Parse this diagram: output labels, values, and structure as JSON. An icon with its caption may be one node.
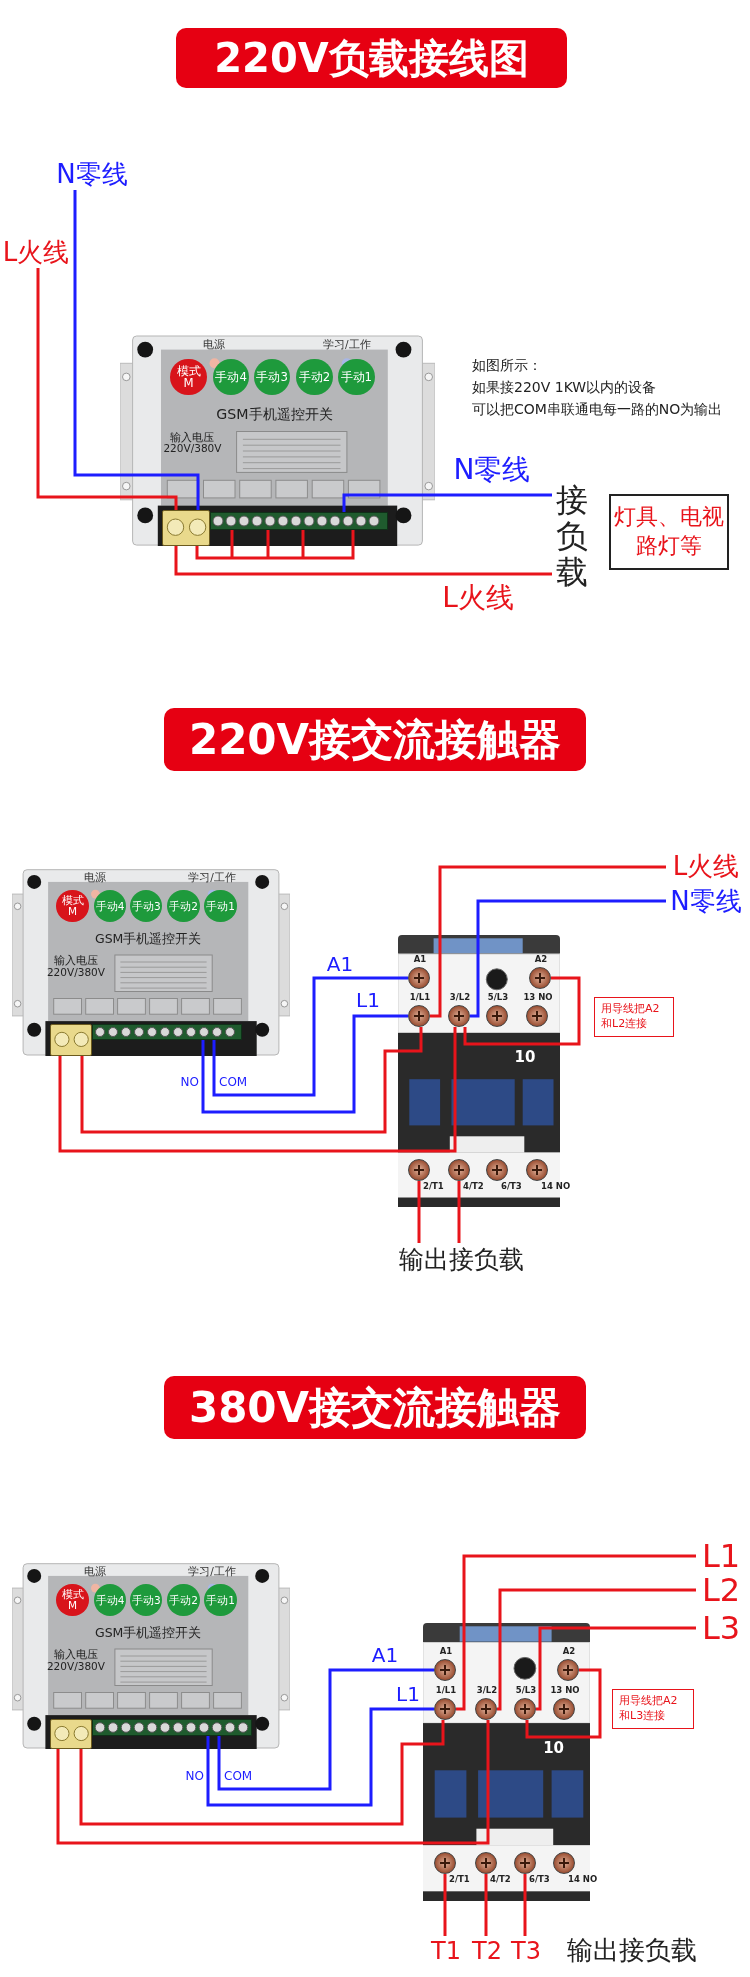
{
  "diagram": {
    "nodes": [
      {
        "text": [
          "220V负载接线图"
        ]
      },
      {
        "text": [
          "N零线"
        ]
      },
      {
        "text": [
          "L火线"
        ]
      },
      {
        "text": [
          "电源",
          "学习/工作",
          "GSM手机遥控开关",
          "输入电压 220V/380V"
        ]
      },
      {
        "text": [
          "模式 M"
        ],
        "in": 3
      },
      {
        "text": [
          "手动4"
        ],
        "in": 3
      },
      {
        "text": [
          "手动3"
        ],
        "in": 3
      },
      {
        "text": [
          "手动2"
        ],
        "in": 3
      },
      {
        "text": [
          "手动1"
        ],
        "in": 3
      },
      {
        "text": [],
        "shape": "box",
        "in": 3
      },
      {
        "text": [],
        "shape": "bar",
        "in": 3
      },
      {
        "text": [
          "接负载"
        ]
      },
      {
        "text": [
          "灯具、电视路灯等"
        ]
      },
      {
        "text": [
          "220V接交流接触器"
        ]
      },
      {
        "text": [
          "电源",
          "学习/工作",
          "GSM手机遥控开关",
          "输入电压 220V/380V"
        ]
      },
      {
        "text": [
          "模式 M"
        ],
        "in": 14
      },
      {
        "text": [
          "手动4"
        ],
        "in": 14
      },
      {
        "text": [
          "手动3"
        ],
        "in": 14
      },
      {
        "text": [
          "手动2"
        ],
        "in": 14
      },
      {
        "text": [
          "手动1"
        ],
        "in": 14
      },
      {
        "text": [],
        "shape": "box",
        "in": 14
      },
      {
        "text": [],
        "shape": "bar",
        "in": 14
      },
      {
        "text": [
          "L火线"
        ]
      },
      {
        "text": [
          "N零线"
        ]
      },
      {
        "text": [
          "10"
        ]
      },
      {
        "text": [],
        "shape": "circle",
        "in": 24,
        "beside": [
          "A1"
        ]
      },
      {
        "text": [],
        "shape": "circle",
        "in": 24,
        "beside": [
          "A2"
        ]
      },
      {
        "text": [],
        "shape": "circle",
        "in": 24,
        "beside": [
          "1/L1"
        ]
      },
      {
        "text": [],
        "shape": "circle",
        "in": 24,
        "beside": [
          "3/L2"
        ]
      },
      {
        "text": [],
        "shape": "circle",
        "in": 24,
        "beside": [
          "5/L3"
        ]
      },
      {
        "text": [],
        "shape": "circle",
        "in": 24,
        "beside": [
          "13 NO"
        ]
      },
      {
        "text": [],
        "shape": "circle",
        "in": 24,
        "beside": [
          "2/T1"
        ]
      },
      {
        "text": [],
        "shape": "circle",
        "in": 24,
        "beside": [
          "4/T2"
        ]
      },
      {
        "text": [],
        "shape": "circle",
        "in": 24,
        "beside": [
          "6/T3"
        ]
      },
      {
        "text": [],
        "shape": "circle",
        "in": 24,
        "beside": [
          "14 NO"
        ]
      },
      {
        "text": [
          "用导线把A2和L2连接"
        ]
      },
      {
        "text": [
          "输出接负载"
        ]
      },
      {
        "text": [
          "380V接交流接触器"
        ]
      },
      {
        "text": [
          "电源",
          "学习/工作",
          "GSM手机遥控开关",
          "输入电压 220V/380V"
        ]
      },
      {
        "text": [
          "模式 M"
        ],
        "in": 38
      },
      {
        "text": [
          "手动4"
        ],
        "in": 38
      },
      {
        "text": [
          "手动3"
        ],
        "in": 38
      },
      {
        "text": [
          "手动2"
        ],
        "in": 38
      },
      {
        "text": [
          "手动1"
        ],
        "in": 38
      },
      {
        "text": [],
        "shape": "box",
        "in": 38
      },
      {
        "text": [],
        "shape": "bar",
        "in": 38
      },
      {
        "text": [
          "L1"
        ]
      },
      {
        "text": [
          "L2"
        ]
      },
      {
        "text": [
          "L3"
        ]
      },
      {
        "text": [
          "10"
        ]
      },
      {
        "text": [],
        "shape": "circle",
        "in": 49,
        "beside": [
          "A1"
        ]
      },
      {
        "text": [],
        "shape": "circle",
        "in": 49,
        "beside": [
          "A2"
        ]
      },
      {
        "text": [],
        "shape": "circle",
        "in": 49,
        "beside": [
          "1/L1"
        ]
      },
      {
        "text": [],
        "shape": "circle",
        "in": 49,
        "beside": [
          "3/L2"
        ]
      },
      {
        "text": [],
        "shape": "circle",
        "in": 49,
        "beside": [
          "5/L3"
        ]
      },
      {
        "text": [],
        "shape": "circle",
        "in": 49,
        "beside": [
          "13 NO"
        ]
      },
      {
        "text": [],
        "shape": "circle",
        "in": 49,
        "beside": [
          "2/T1"
        ]
      },
      {
        "text": [],
        "shape": "circle",
        "in": 49,
        "beside": [
          "4/T2"
        ]
      },
      {
        "text": [],
        "shape": "circle",
        "in": 49,
        "beside": [
          "6/T3"
        ]
      },
      {
        "text": [],
        "shape": "circle",
        "in": 49,
        "beside": [
          "14 NO"
        ]
      },
      {
        "text": [
          "用导线把A2和L3连接"
        ]
      },
      {
        "text": [
          "T1"
        ]
      },
      {
        "text": [
          "T2"
        ]
      },
      {
        "text": [
          "T3"
        ]
      }
    ],
    "edges": [
      {
        "from": 1,
        "to": 9,
        "arrow": "none",
        "color": "#1d1dff"
      },
      {
        "from": 2,
        "to": 9,
        "arrow": "none"
      },
      {
        "from": 9,
        "to": 10,
        "arrow": "none"
      },
      {
        "from": 10,
        "to": 11,
        "arrow": "none",
        "label": "N零线",
        "color": "#1d1dff"
      },
      {
        "from": 9,
        "to": 11,
        "arrow": "none",
        "label": "L火线"
      },
      {
        "from": 21,
        "to": 25,
        "arrow": "none",
        "label": "A1",
        "color": "#1d1dff"
      },
      {
        "from": 21,
        "to": 27,
        "arrow": "none",
        "label": "L1",
        "color": "#1d1dff"
      },
      {
        "from": 20,
        "to": 27,
        "arrow": "none"
      },
      {
        "from": 20,
        "to": 28,
        "arrow": "none"
      },
      {
        "from": 22,
        "to": 27,
        "arrow": "none"
      },
      {
        "from": 23,
        "to": 28,
        "arrow": "none",
        "color": "#1d1dff"
      },
      {
        "from": 26,
        "to": 28,
        "arrow": "none"
      },
      {
        "from": 31,
        "to": 36,
        "arrow": "none"
      },
      {
        "from": 32,
        "to": 36,
        "arrow": "none"
      },
      {
        "from": 45,
        "to": 50,
        "arrow": "none",
        "label": "A1",
        "color": "#1d1dff"
      },
      {
        "from": 45,
        "to": 52,
        "arrow": "none",
        "label": "L1",
        "color": "#1d1dff"
      },
      {
        "from": 44,
        "to": 52,
        "arrow": "none"
      },
      {
        "from": 44,
        "to": 53,
        "arrow": "none"
      },
      {
        "from": 46,
        "to": 52,
        "arrow": "none"
      },
      {
        "from": 47,
        "to": 53,
        "arrow": "none"
      },
      {
        "from": 48,
        "to": 54,
        "arrow": "none"
      },
      {
        "from": 51,
        "to": 54,
        "arrow": "none"
      },
      {
        "from": 56,
        "to": 61,
        "arrow": "none"
      },
      {
        "from": 57,
        "to": 62,
        "arrow": "none"
      },
      {
        "from": 58,
        "to": 63,
        "arrow": "none"
      }
    ],
    "labels": [
      "如图所示：",
      "如果接220V 1KW以内的设备",
      "可以把COM串联通电每一路的NO为输出",
      "NO",
      "COM",
      "NO",
      "COM",
      "输出接负载"
    ]
  }
}
